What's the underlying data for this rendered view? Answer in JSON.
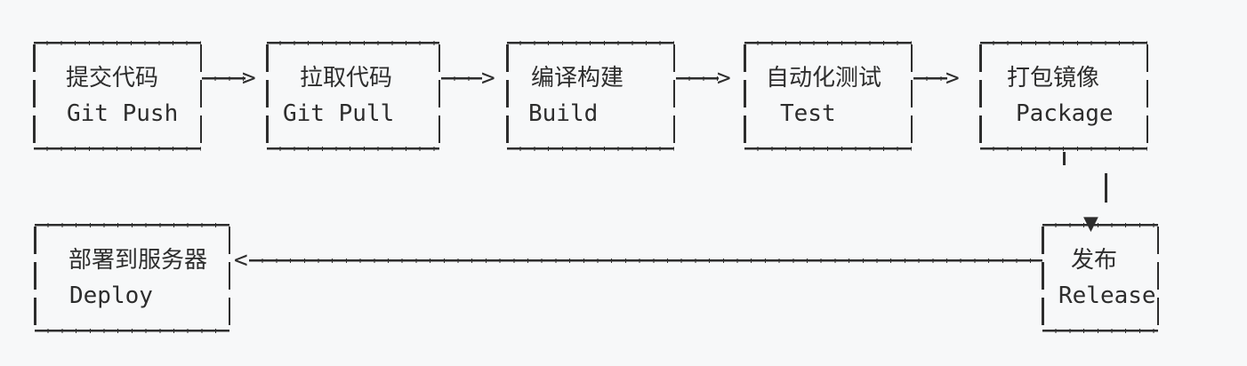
{
  "diagram": {
    "background": "#f7f8f9",
    "line_color": "#2d2d2d",
    "stages": [
      {
        "id": "git-push",
        "zh": "提交代码",
        "en": "Git Push"
      },
      {
        "id": "git-pull",
        "zh": "拉取代码",
        "en": "Git Pull"
      },
      {
        "id": "build",
        "zh": "编译构建",
        "en": "Build"
      },
      {
        "id": "test",
        "zh": "自动化测试",
        "en": "Test"
      },
      {
        "id": "package",
        "zh": "打包镜像",
        "en": "Package"
      },
      {
        "id": "release",
        "zh": "发布",
        "en": "Release"
      },
      {
        "id": "deploy",
        "zh": "部署到服务器",
        "en": "Deploy"
      }
    ],
    "glyphs": {
      "arrow_right": ">",
      "arrow_left": "<",
      "arrow_down": "▼"
    }
  }
}
